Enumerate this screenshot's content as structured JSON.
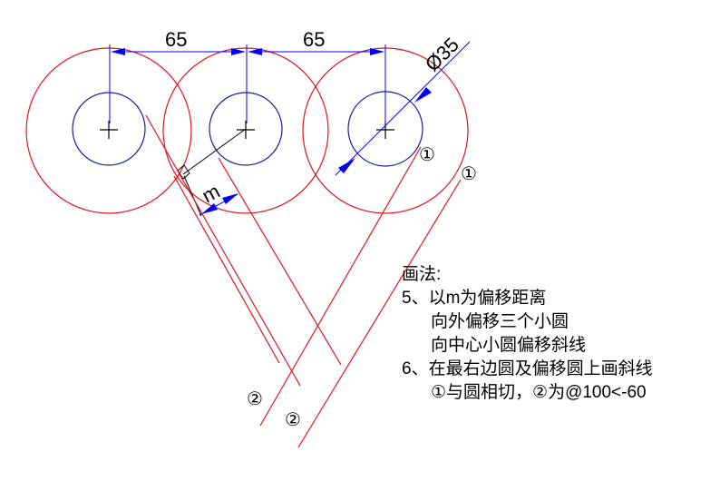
{
  "dimensions": {
    "spacing_left": "65",
    "spacing_right": "65",
    "diameter": "Ø35",
    "offset": "m"
  },
  "markers": {
    "tangent": "①",
    "angle": "②"
  },
  "notes": {
    "heading": "画法:",
    "step5": "5、以m为偏移距离",
    "step5_a": "向外偏移三个小圆",
    "step5_b": "向中心小圆偏移斜线",
    "step6": "6、在最右边圆及偏移圆上画斜线",
    "step6_a": "①与圆相切，②为@100<-60"
  },
  "colors": {
    "outline": "#e0141e",
    "inner": "#1a1aa8",
    "dimension": "#0000ff",
    "center": "#000000"
  }
}
